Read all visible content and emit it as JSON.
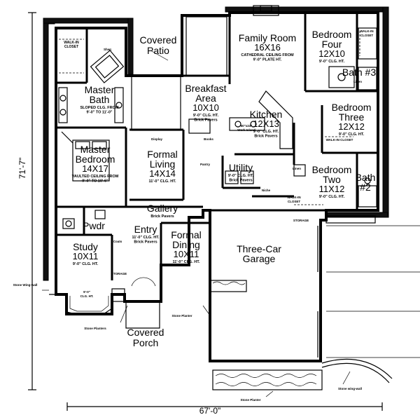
{
  "dimensions": {
    "width": "67'-0\"",
    "depth": "71'-7\""
  },
  "rooms": [
    {
      "id": "master-bath",
      "name": [
        "Master",
        "Bath"
      ],
      "size": "",
      "note": [
        "SLOPED CLG. FROM",
        "9'-0\" TO 11'-0\""
      ]
    },
    {
      "id": "master-bedroom",
      "name": [
        "Master",
        "Bedroom"
      ],
      "size": "14X17",
      "note": [
        "VAULTED CEILING FROM",
        "9'-0\" TO 10'-6\""
      ]
    },
    {
      "id": "study",
      "name": [
        "Study"
      ],
      "size": "10X11",
      "note": [
        "9'-0\" CLG. HT."
      ]
    },
    {
      "id": "formal-living",
      "name": [
        "Formal",
        "Living"
      ],
      "size": "14X14",
      "note": [
        "11'-0\" CLG. HT."
      ]
    },
    {
      "id": "breakfast-area",
      "name": [
        "Breakfast",
        "Area"
      ],
      "size": "10X10",
      "note": [
        "9'-0\" CLG. HT.",
        "Brick Pavers"
      ]
    },
    {
      "id": "family-room",
      "name": [
        "Family Room"
      ],
      "size": "16X16",
      "note": [
        "CATHEDRAL CEILING FROM",
        "9'-0\" PLATE HT."
      ]
    },
    {
      "id": "kitchen",
      "name": [
        "Kitchen"
      ],
      "size": "12X13",
      "note": [
        "9'-0\" CLG. HT.",
        "Brick Pavers"
      ]
    },
    {
      "id": "bedroom-four",
      "name": [
        "Bedroom",
        "Four"
      ],
      "size": "12X10",
      "note": [
        "9'-0\" CLG. HT."
      ]
    },
    {
      "id": "bedroom-three",
      "name": [
        "Bedroom",
        "Three"
      ],
      "size": "12X12",
      "note": [
        "9'-0\" CLG. HT."
      ]
    },
    {
      "id": "bedroom-two",
      "name": [
        "Bedroom",
        "Two"
      ],
      "size": "11X12",
      "note": [
        "9'-0\" CLG. HT."
      ]
    },
    {
      "id": "utility",
      "name": [
        "Utility"
      ],
      "size": "",
      "note": [
        "9'-0\" CLG. HT.",
        "Brick Pavers"
      ]
    },
    {
      "id": "gallery",
      "name": [
        "Gallery"
      ],
      "size": "",
      "note": [
        "Brick Pavers"
      ]
    },
    {
      "id": "entry",
      "name": [
        "Entry"
      ],
      "size": "",
      "note": [
        "11'-0\" CLG. HT.",
        "Brick Pavers"
      ]
    },
    {
      "id": "formal-dining",
      "name": [
        "Formal",
        "Dining"
      ],
      "size": "10X11",
      "note": [
        "11'-0\" CLG. HT."
      ]
    },
    {
      "id": "garage",
      "name": [
        "Three-Car",
        "Garage"
      ],
      "size": "",
      "note": []
    },
    {
      "id": "powder",
      "name": [
        "Pwdr"
      ],
      "size": "",
      "note": []
    },
    {
      "id": "bath-3",
      "name": [
        "Bath #3"
      ],
      "size": "",
      "note": []
    },
    {
      "id": "bath-2",
      "name": [
        "Bath",
        "#2"
      ],
      "size": "",
      "note": []
    }
  ],
  "outdoor": {
    "covered_patio": [
      "Covered",
      "Patio"
    ],
    "covered_porch": [
      "Covered",
      "Porch"
    ]
  },
  "small_labels": {
    "walk_in_closet": [
      "WALK-IN",
      "CLOSET"
    ],
    "walk_in_closet_b3": "WALK-IN CLOSET",
    "walk_in_closet_b2": [
      "WALK-IN",
      "CLOSET"
    ],
    "walk_in_closet_b4": [
      "WALK-IN",
      "CLOSET"
    ],
    "shower": "Shwr.",
    "display": "Display",
    "pantry": "Pantry",
    "books": "Books",
    "work_island": [
      "60\"x24\"",
      "Work Island"
    ],
    "linen": "Linen",
    "linen2": "Linen",
    "niche": "Niche",
    "storage": "STORAGE",
    "storage2": "STORAGE",
    "coats": "Coats",
    "stone_wing_wall_left": "Stone Wing-wall",
    "stone_wing_wall_right": "Stone wing-wall",
    "stone_planters": "Stone Planters",
    "stone_planter_1": "Stone Planter",
    "stone_planter_2": "Stone Planter",
    "study_bay_clg": [
      "9'-0\"",
      "CLG. HT."
    ]
  }
}
